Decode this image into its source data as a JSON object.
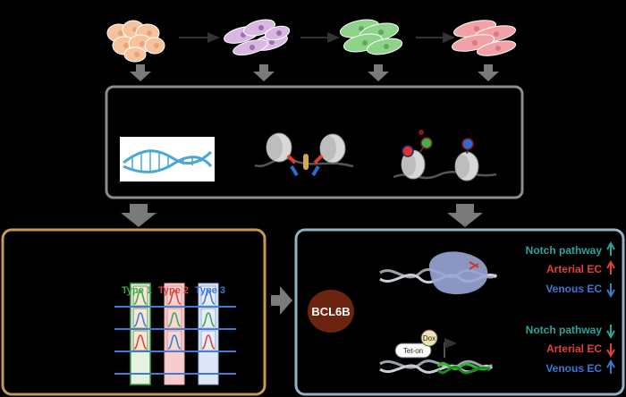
{
  "colors": {
    "background": "#000000",
    "panel_border": "#8c8c8c",
    "left_panel_border": "#c49a55",
    "right_panel_border": "#8fb3c3",
    "type1": "#3da84a",
    "type2": "#e03a3a",
    "type3": "#3d7cd6",
    "teal_text": "#2aa39a",
    "red_text": "#e0403a",
    "blue_text": "#3b78d0",
    "bcl6b_fill": "#6a2410"
  },
  "cell_stages": [
    {
      "name": "stage-1-cells",
      "color": "#f6c39c"
    },
    {
      "name": "stage-2-cells",
      "color": "#d9b7e3"
    },
    {
      "name": "stage-3-cells",
      "color": "#8fd38a"
    },
    {
      "name": "stage-4-cells",
      "color": "#f2a2a6"
    }
  ],
  "cluster_panel": {
    "types": [
      "Type 1",
      "Type 2",
      "Type 3"
    ]
  },
  "regulation_panel": {
    "factor_label": "BCL6B",
    "dox_label": "Dox",
    "teton_label": "Tet-on",
    "upper_effects": [
      {
        "label": "Notch pathway",
        "direction": "up",
        "color": "#2aa39a"
      },
      {
        "label": "Arterial EC",
        "direction": "up",
        "color": "#e0403a"
      },
      {
        "label": "Venous EC",
        "direction": "down",
        "color": "#3b78d0"
      }
    ],
    "lower_effects": [
      {
        "label": "Notch pathway",
        "direction": "down",
        "color": "#2aa39a"
      },
      {
        "label": "Arterial EC",
        "direction": "down",
        "color": "#e0403a"
      },
      {
        "label": "Venous EC",
        "direction": "up",
        "color": "#3b78d0"
      }
    ]
  }
}
